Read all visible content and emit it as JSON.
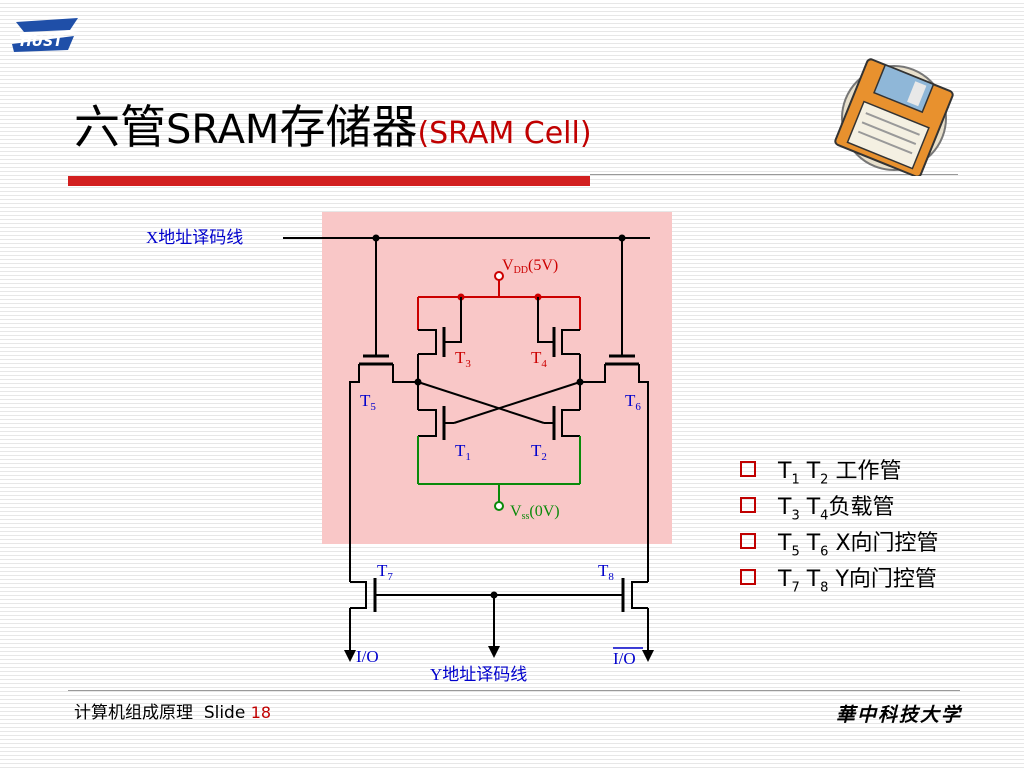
{
  "logo": {
    "text": "HUST"
  },
  "title": {
    "chinese": "六管",
    "acronym": "SRAM",
    "chinese2": "存储器",
    "subtitle": "(SRAM Cell)"
  },
  "circuit": {
    "x_line": "X地址译码线",
    "y_line": "Y地址译码线",
    "vdd_main": "V",
    "vdd_sub": "DD",
    "vdd_val": "(5V)",
    "vss_main": "V",
    "vss_sub": "ss",
    "vss_val": "(0V)",
    "io": "I/O",
    "io_bar": "I/O",
    "transistors": [
      {
        "main": "T",
        "sub": "1"
      },
      {
        "main": "T",
        "sub": "2"
      },
      {
        "main": "T",
        "sub": "3"
      },
      {
        "main": "T",
        "sub": "4"
      },
      {
        "main": "T",
        "sub": "5"
      },
      {
        "main": "T",
        "sub": "6"
      },
      {
        "main": "T",
        "sub": "7"
      },
      {
        "main": "T",
        "sub": "8"
      }
    ]
  },
  "bullets": [
    {
      "a": "T",
      "as": "1",
      "b": " T",
      "bs": "2",
      "text": " 工作管"
    },
    {
      "a": "T",
      "as": "3",
      "b": " T",
      "bs": "4",
      "text": "负载管"
    },
    {
      "a": "T",
      "as": "5",
      "b": " T",
      "bs": "6",
      "text": " X向门控管"
    },
    {
      "a": "T",
      "as": "7",
      "b": " T",
      "bs": "8",
      "text": " Y向门控管"
    }
  ],
  "footer": {
    "course": "计算机组成原理",
    "slide_label": "Slide",
    "slide_number": "18",
    "university": "華中科技大学"
  },
  "colors": {
    "accent_red": "#c00000",
    "title_rule": "#d21f1f",
    "cell_fill": "#f9c7c7",
    "label_blue": "#0000cc",
    "vss_green": "#0a8a0a"
  }
}
